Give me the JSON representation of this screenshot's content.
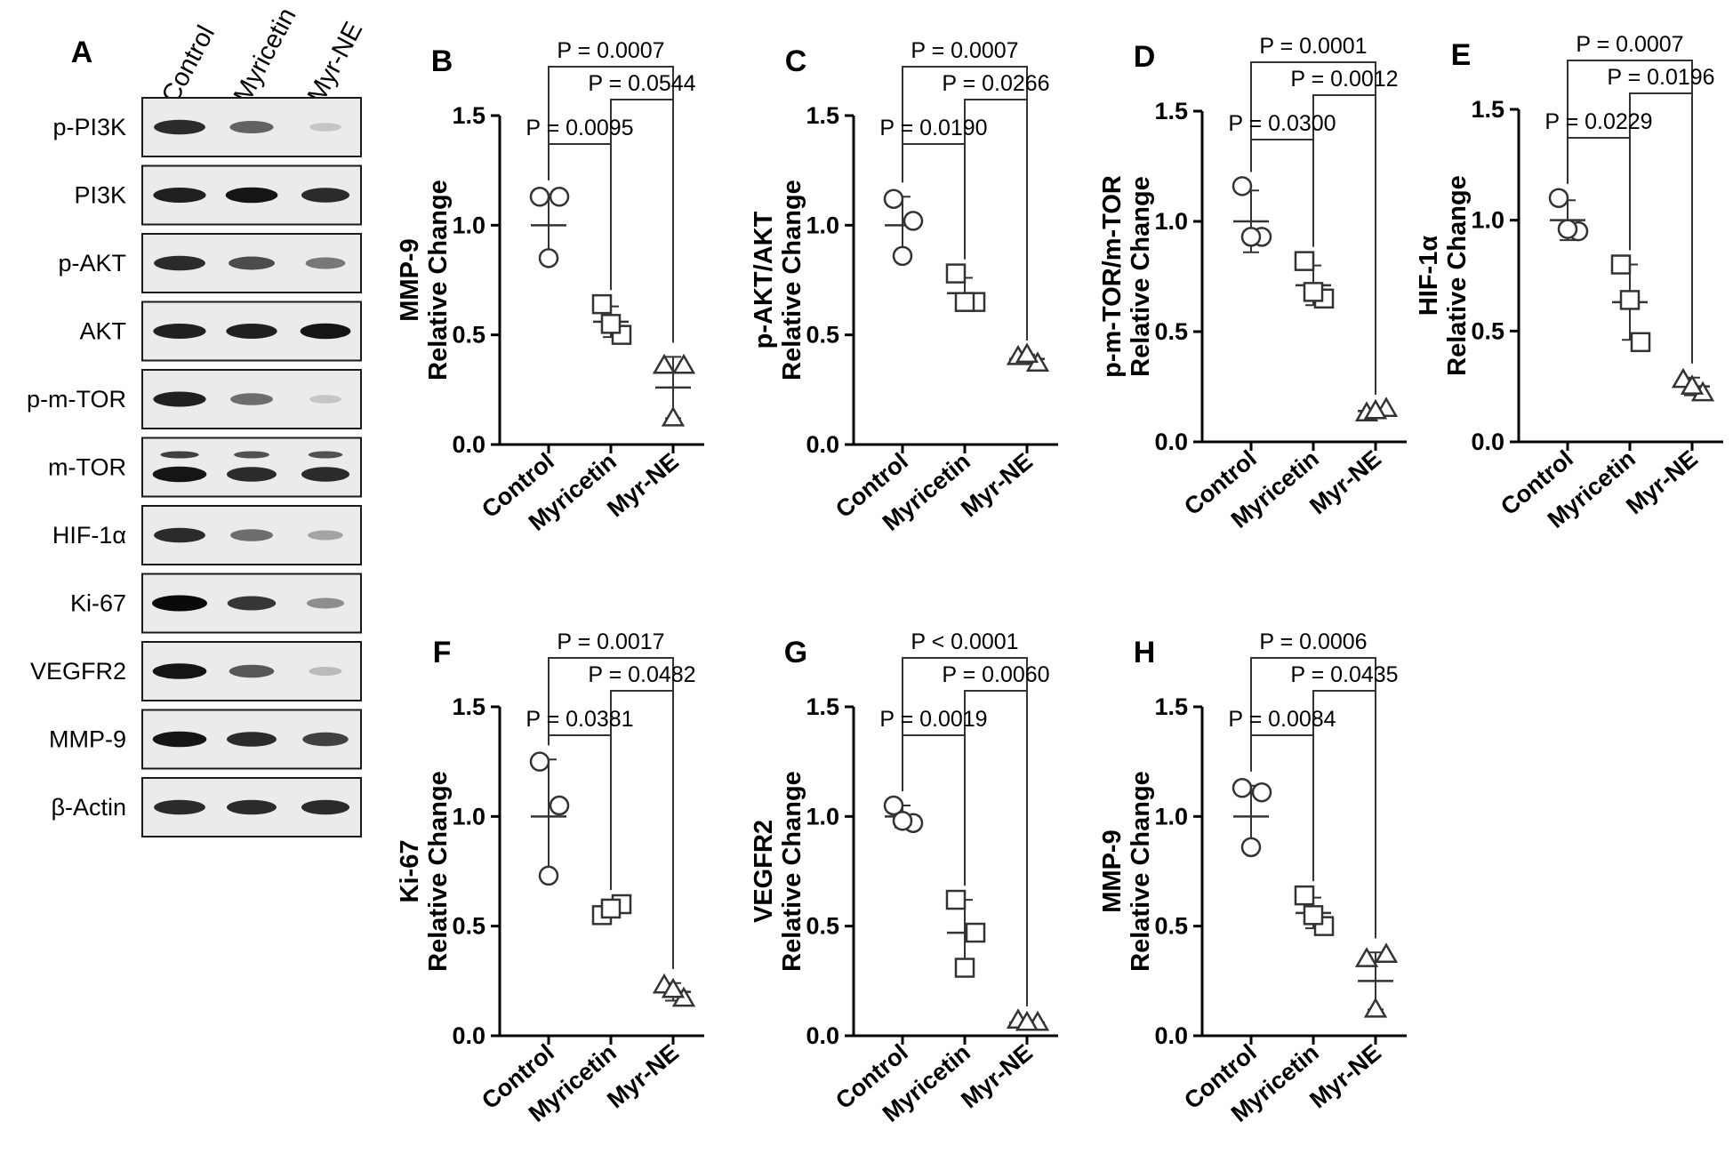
{
  "figure": {
    "panel_a": {
      "letter": "A",
      "lanes": [
        "Control",
        "Myricetin",
        "Myr-NE"
      ],
      "blots": [
        {
          "label": "p-PI3K",
          "intensities": [
            0.85,
            0.6,
            0.15
          ],
          "extra_band": false
        },
        {
          "label": "PI3K",
          "intensities": [
            0.9,
            0.95,
            0.85
          ],
          "extra_band": false
        },
        {
          "label": "p-AKT",
          "intensities": [
            0.85,
            0.7,
            0.5
          ],
          "extra_band": false
        },
        {
          "label": "AKT",
          "intensities": [
            0.9,
            0.9,
            0.95
          ],
          "extra_band": false
        },
        {
          "label": "p-m-TOR",
          "intensities": [
            0.9,
            0.55,
            0.15
          ],
          "extra_band": false
        },
        {
          "label": "m-TOR",
          "intensities": [
            0.95,
            0.85,
            0.85
          ],
          "extra_band": true
        },
        {
          "label": "HIF-1α",
          "intensities": [
            0.85,
            0.55,
            0.3
          ],
          "extra_band": false
        },
        {
          "label": "Ki-67",
          "intensities": [
            1.0,
            0.8,
            0.4
          ],
          "extra_band": false
        },
        {
          "label": "VEGFR2",
          "intensities": [
            0.95,
            0.65,
            0.2
          ],
          "extra_band": false
        },
        {
          "label": "MMP-9",
          "intensities": [
            0.95,
            0.85,
            0.75
          ],
          "extra_band": false
        },
        {
          "label": "β-Actin",
          "intensities": [
            0.85,
            0.85,
            0.85
          ],
          "extra_band": false
        }
      ]
    }
  },
  "chart_data": [
    {
      "letter": "B",
      "type": "scatter",
      "ylabel_lines": [
        "MMP-9",
        "Relative Change"
      ],
      "categories": [
        "Control",
        "Myricetin",
        "Myr-NE"
      ],
      "ylim": [
        0,
        1.5
      ],
      "yticks": [
        "0.0",
        "0.5",
        "1.0",
        "1.5"
      ],
      "series": [
        {
          "marker": "circle",
          "values": [
            1.13,
            1.13,
            0.85
          ],
          "mean": 1.0,
          "sd": 0.14
        },
        {
          "marker": "square",
          "values": [
            0.64,
            0.5,
            0.55
          ],
          "mean": 0.56,
          "sd": 0.07
        },
        {
          "marker": "triangle",
          "values": [
            0.36,
            0.36,
            0.12
          ],
          "mean": 0.26,
          "sd": 0.14
        }
      ],
      "comparisons": [
        {
          "label": "P = 0.0007",
          "from": 0,
          "to": 2
        },
        {
          "label": "P = 0.0544",
          "from": 1,
          "to": 2
        },
        {
          "label": "P = 0.0095",
          "from": 0,
          "to": 1
        }
      ]
    },
    {
      "letter": "C",
      "type": "scatter",
      "ylabel_lines": [
        "p-AKT/AKT",
        "Relative Change"
      ],
      "categories": [
        "Control",
        "Myricetin",
        "Myr-NE"
      ],
      "ylim": [
        0,
        1.5
      ],
      "yticks": [
        "0.0",
        "0.5",
        "1.0",
        "1.5"
      ],
      "series": [
        {
          "marker": "circle",
          "values": [
            1.12,
            1.02,
            0.86
          ],
          "mean": 1.0,
          "sd": 0.13
        },
        {
          "marker": "square",
          "values": [
            0.78,
            0.65,
            0.65
          ],
          "mean": 0.69,
          "sd": 0.07
        },
        {
          "marker": "triangle",
          "values": [
            0.4,
            0.37,
            0.41
          ],
          "mean": 0.39,
          "sd": 0.02
        }
      ],
      "comparisons": [
        {
          "label": "P = 0.0007",
          "from": 0,
          "to": 2
        },
        {
          "label": "P = 0.0266",
          "from": 1,
          "to": 2
        },
        {
          "label": "P = 0.0190",
          "from": 0,
          "to": 1
        }
      ]
    },
    {
      "letter": "D",
      "type": "scatter",
      "ylabel_lines": [
        "p-m-TOR/m-TOR",
        "Relative Change"
      ],
      "categories": [
        "Control",
        "Myricetin",
        "Myr-NE"
      ],
      "ylim": [
        0,
        1.5
      ],
      "yticks": [
        "0.0",
        "0.5",
        "1.0",
        "1.5"
      ],
      "series": [
        {
          "marker": "circle",
          "values": [
            1.16,
            0.93,
            0.93
          ],
          "mean": 1.0,
          "sd": 0.14
        },
        {
          "marker": "square",
          "values": [
            0.82,
            0.65,
            0.68
          ],
          "mean": 0.71,
          "sd": 0.09
        },
        {
          "marker": "triangle",
          "values": [
            0.13,
            0.15,
            0.14
          ],
          "mean": 0.14,
          "sd": 0.01
        }
      ],
      "comparisons": [
        {
          "label": "P = 0.0001",
          "from": 0,
          "to": 2
        },
        {
          "label": "P = 0.0012",
          "from": 1,
          "to": 2
        },
        {
          "label": "P = 0.0300",
          "from": 0,
          "to": 1
        }
      ]
    },
    {
      "letter": "E",
      "type": "scatter",
      "ylabel_lines": [
        "HIF-1α",
        "Relative Change"
      ],
      "categories": [
        "Control",
        "Myricetin",
        "Myr-NE"
      ],
      "ylim": [
        0,
        1.5
      ],
      "yticks": [
        "0.0",
        "0.5",
        "1.0",
        "1.5"
      ],
      "series": [
        {
          "marker": "circle",
          "values": [
            1.1,
            0.95,
            0.96
          ],
          "mean": 1.0,
          "sd": 0.09
        },
        {
          "marker": "square",
          "values": [
            0.8,
            0.45,
            0.64
          ],
          "mean": 0.63,
          "sd": 0.17
        },
        {
          "marker": "triangle",
          "values": [
            0.28,
            0.22,
            0.25
          ],
          "mean": 0.25,
          "sd": 0.04
        }
      ],
      "comparisons": [
        {
          "label": "P = 0.0007",
          "from": 0,
          "to": 2
        },
        {
          "label": "P = 0.0196",
          "from": 1,
          "to": 2
        },
        {
          "label": "P = 0.0229",
          "from": 0,
          "to": 1
        }
      ]
    },
    {
      "letter": "F",
      "type": "scatter",
      "ylabel_lines": [
        "Ki-67",
        "Relative Change"
      ],
      "categories": [
        "Control",
        "Myricetin",
        "Myr-NE"
      ],
      "ylim": [
        0,
        1.5
      ],
      "yticks": [
        "0.0",
        "0.5",
        "1.0",
        "1.5"
      ],
      "series": [
        {
          "marker": "circle",
          "values": [
            1.25,
            1.05,
            0.73
          ],
          "mean": 1.0,
          "sd": 0.26
        },
        {
          "marker": "square",
          "values": [
            0.55,
            0.6,
            0.58
          ],
          "mean": 0.57,
          "sd": 0.03
        },
        {
          "marker": "triangle",
          "values": [
            0.23,
            0.17,
            0.21
          ],
          "mean": 0.2,
          "sd": 0.04
        }
      ],
      "comparisons": [
        {
          "label": "P = 0.0017",
          "from": 0,
          "to": 2
        },
        {
          "label": "P = 0.0482",
          "from": 1,
          "to": 2
        },
        {
          "label": "P = 0.0381",
          "from": 0,
          "to": 1
        }
      ]
    },
    {
      "letter": "G",
      "type": "scatter",
      "ylabel_lines": [
        "VEGFR2",
        "Relative Change"
      ],
      "categories": [
        "Control",
        "Myricetin",
        "Myr-NE"
      ],
      "ylim": [
        0,
        1.5
      ],
      "yticks": [
        "0.0",
        "0.5",
        "1.0",
        "1.5"
      ],
      "series": [
        {
          "marker": "circle",
          "values": [
            1.05,
            0.97,
            0.98
          ],
          "mean": 1.0,
          "sd": 0.05
        },
        {
          "marker": "square",
          "values": [
            0.62,
            0.47,
            0.31
          ],
          "mean": 0.47,
          "sd": 0.15
        },
        {
          "marker": "triangle",
          "values": [
            0.07,
            0.06,
            0.06
          ],
          "mean": 0.06,
          "sd": 0.01
        }
      ],
      "comparisons": [
        {
          "label": "P < 0.0001",
          "from": 0,
          "to": 2
        },
        {
          "label": "P = 0.0060",
          "from": 1,
          "to": 2
        },
        {
          "label": "P = 0.0019",
          "from": 0,
          "to": 1
        }
      ]
    },
    {
      "letter": "H",
      "type": "scatter",
      "ylabel_lines": [
        "MMP-9",
        "Relative Change"
      ],
      "categories": [
        "Control",
        "Myricetin",
        "Myr-NE"
      ],
      "ylim": [
        0,
        1.5
      ],
      "yticks": [
        "0.0",
        "0.5",
        "1.0",
        "1.5"
      ],
      "series": [
        {
          "marker": "circle",
          "values": [
            1.13,
            1.11,
            0.86
          ],
          "mean": 1.0,
          "sd": 0.14
        },
        {
          "marker": "square",
          "values": [
            0.64,
            0.5,
            0.55
          ],
          "mean": 0.56,
          "sd": 0.07
        },
        {
          "marker": "triangle",
          "values": [
            0.35,
            0.37,
            0.12
          ],
          "mean": 0.25,
          "sd": 0.13
        }
      ],
      "comparisons": [
        {
          "label": "P = 0.0006",
          "from": 0,
          "to": 2
        },
        {
          "label": "P = 0.0435",
          "from": 1,
          "to": 2
        },
        {
          "label": "P = 0.0084",
          "from": 0,
          "to": 1
        }
      ]
    }
  ]
}
